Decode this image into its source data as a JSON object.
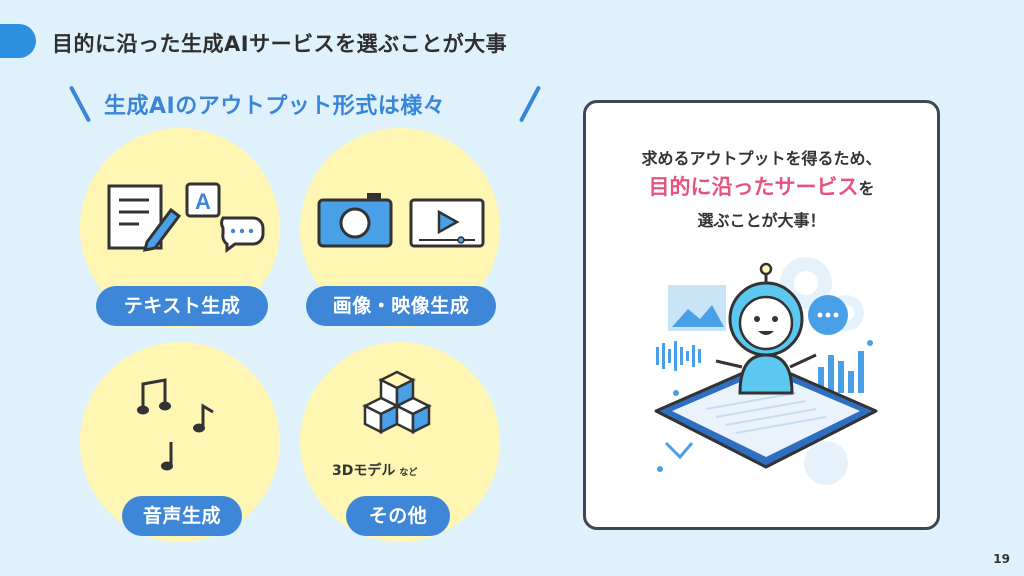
{
  "header": {
    "title": "目的に沿った生成AIサービスを選ぶことが大事"
  },
  "section": {
    "subtitle": "生成AIのアウトプット形式は様々"
  },
  "categories": [
    {
      "label": "テキスト生成"
    },
    {
      "label": "画像・映像生成"
    },
    {
      "label": "音声生成"
    },
    {
      "label": "その他"
    }
  ],
  "other_example": {
    "label": "3Dモデル",
    "suffix": "など"
  },
  "callout": {
    "line1": "求めるアウトプットを得るため、",
    "highlight": "目的に沿ったサービス",
    "line2_suffix": "を",
    "line3": "選ぶことが大事！"
  },
  "page": {
    "number": "19"
  },
  "colors": {
    "accent": "#3d86d8",
    "highlight": "#e8527c",
    "circle": "#fff6b3",
    "background": "#dff1fb"
  }
}
